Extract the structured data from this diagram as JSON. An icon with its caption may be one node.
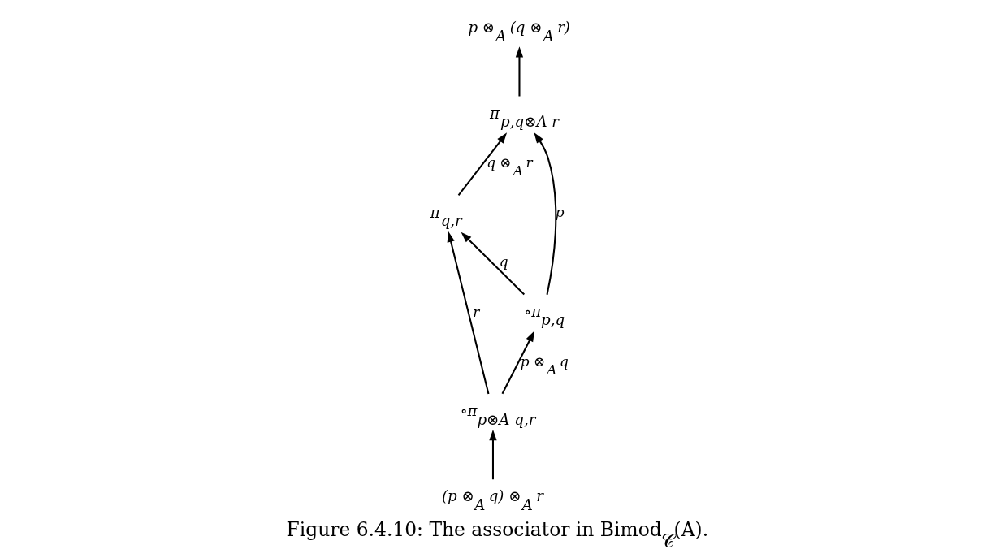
{
  "diagram": {
    "caption": "Figure 6.4.10: The associator in Bimod$_{𝒞}$(A).",
    "nodes": [
      {
        "text": [
          "p ⊗$_{A}$ (q ⊗$_{A}$ r)"
        ]
      },
      {
        "text": [
          "π$_{p,q⊗A r}$"
        ]
      },
      {
        "text": [
          "π$_{q,r}$"
        ]
      },
      {
        "text": [
          "∘π$_{p,q}$"
        ]
      },
      {
        "text": [
          "∘π$_{p⊗A q,r}$"
        ]
      },
      {
        "text": [
          "(p ⊗$_{A}$ q) ⊗$_{A}$ r"
        ]
      }
    ],
    "edges": [
      {
        "from": 5,
        "to": 4,
        "arrow": "to"
      },
      {
        "from": 4,
        "to": 3,
        "arrow": "to",
        "label": "p ⊗$_{A}$ q"
      },
      {
        "from": 4,
        "to": 2,
        "arrow": "to",
        "label": "r"
      },
      {
        "from": 3,
        "to": 1,
        "arrow": "to",
        "label": "p"
      },
      {
        "from": 3,
        "to": 2,
        "arrow": "to",
        "label": "q"
      },
      {
        "from": 2,
        "to": 1,
        "arrow": "to",
        "label": "q ⊗$_{A}$ r"
      },
      {
        "from": 1,
        "to": 0,
        "arrow": "to"
      }
    ]
  }
}
